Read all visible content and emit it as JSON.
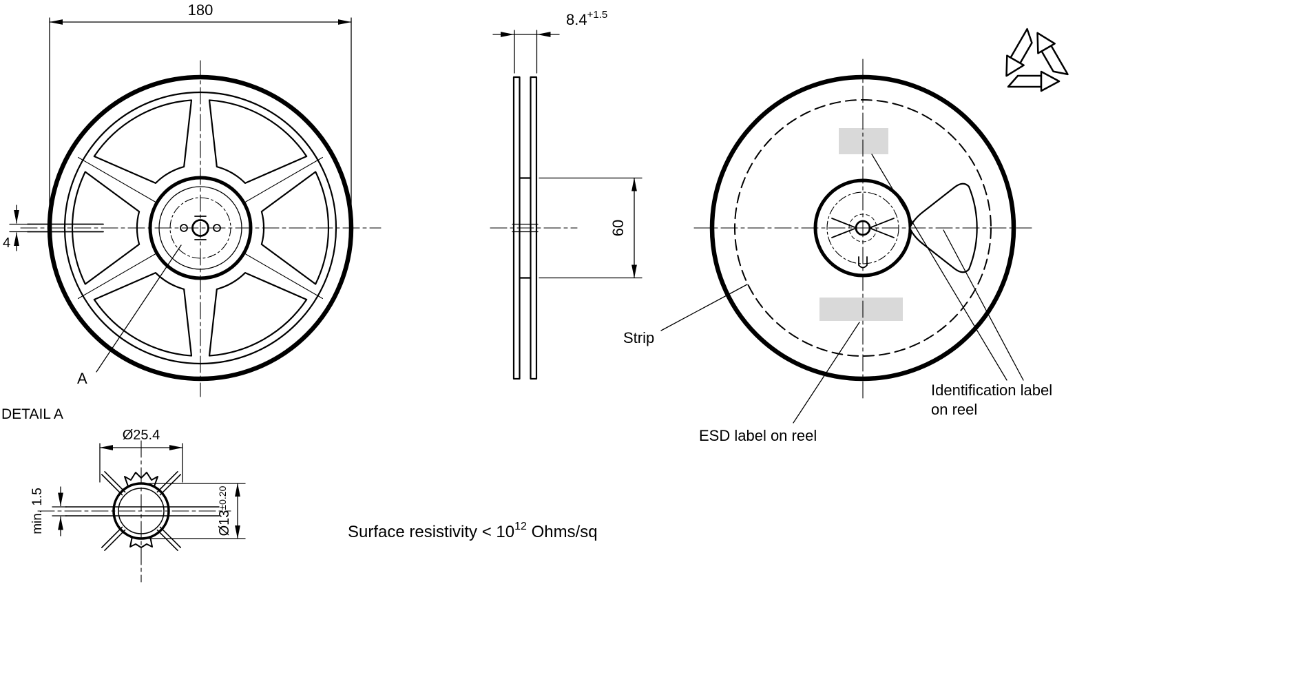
{
  "front_view": {
    "dim_outer_diameter": "180",
    "dim_slot_width": "4",
    "detail_marker": "A",
    "detail_caption": "DETAIL A"
  },
  "side_view": {
    "dim_width": "8.4",
    "dim_width_tolerance": "+1.5",
    "dim_hub_diameter": "60"
  },
  "back_view": {
    "strip_label": "Strip",
    "identification_label_line1": "Identification label",
    "identification_label_line2": "on reel",
    "esd_label": "ESD label on reel",
    "recycling_icon": "recycling-symbol"
  },
  "detail_a": {
    "dim_clip_diameter": "Ø25.4",
    "dim_min_thickness": "min. 1.5",
    "dim_bore_diameter": "Ø13",
    "dim_bore_tolerance": "±0.20"
  },
  "footer_note": {
    "prefix": "Surface resistivity < 10",
    "exponent": "12",
    "suffix": " Ohms/sq"
  },
  "colors": {
    "line": "#000000",
    "label_fill": "#d9d9d9",
    "background": "#ffffff"
  }
}
